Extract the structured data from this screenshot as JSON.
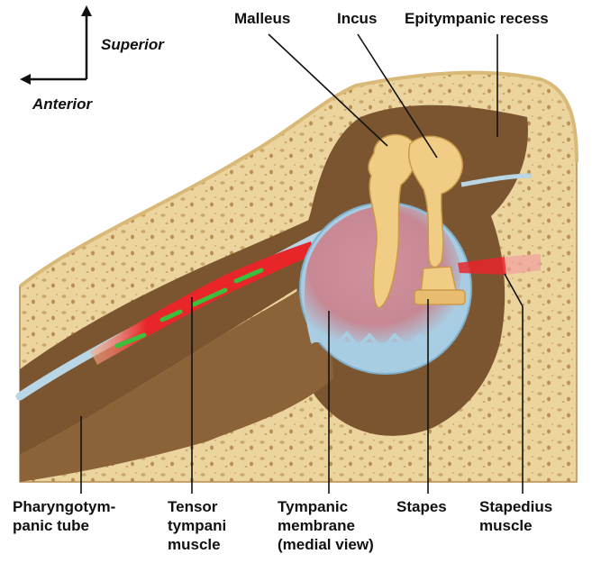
{
  "orientation": {
    "superior": "Superior",
    "anterior": "Anterior"
  },
  "labels": {
    "malleus": "Malleus",
    "incus": "Incus",
    "epitympanic_recess": "Epitympanic recess",
    "pharyngotympanic_tube": [
      "Pharyngotym-",
      "panic tube"
    ],
    "tensor_tympani": [
      "Tensor",
      "tympani",
      "muscle"
    ],
    "tympanic_membrane": [
      "Tympanic",
      "membrane",
      "(medial view)"
    ],
    "stapes": "Stapes",
    "stapedius": [
      "Stapedius",
      "muscle"
    ]
  },
  "colors": {
    "bone": "#ecd49e",
    "bone_pores": "#c9a66a",
    "cavity": "#7a5530",
    "cavity_light": "#9a7040",
    "membrane_rim": "#a8cde3",
    "membrane_center": "#c98a96",
    "ossicle": "#f0cc85",
    "muscle": "#e8262a",
    "muscle_green": "#3cbf3a",
    "tube_lining": "#b9d6e6"
  }
}
